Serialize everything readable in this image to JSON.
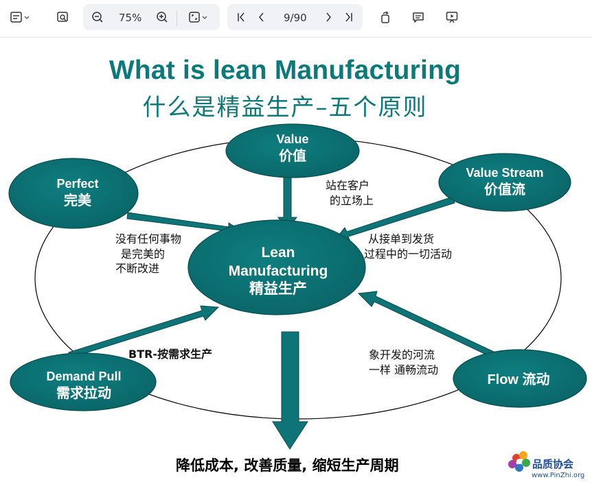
{
  "toolbar": {
    "zoom": "75%",
    "page": "9/90"
  },
  "slide": {
    "title_en": "What is lean Manufacturing",
    "title_zh": "什么是精益生产–五个原则",
    "center": {
      "line1": "Lean",
      "line2": "Manufacturing",
      "line3": "精益生产"
    },
    "nodes": {
      "value": {
        "en": "Value",
        "zh": "价值"
      },
      "value_stream": {
        "en": "Value Stream",
        "zh": "价值流"
      },
      "perfect": {
        "en": "Perfect",
        "zh": "完美"
      },
      "demand_pull": {
        "en": "Demand Pull",
        "zh": "需求拉动"
      },
      "flow": {
        "en": "Flow  流动"
      }
    },
    "notes": {
      "value": [
        "站在客户",
        "的立场上"
      ],
      "value_stream": [
        "从接单到发货",
        "过程中的一切活动"
      ],
      "perfect": [
        "没有任何事物",
        "是完美的",
        "不断改进"
      ],
      "demand_pull": "BTR-按需求生产",
      "flow": [
        "象开发的河流",
        "一样 通畅流动"
      ]
    },
    "bottom_text": "降低成本, 改善质量, 缩短生产周期",
    "logo": {
      "name": "品质协会",
      "url": "www.PinZhi.org"
    }
  },
  "colors": {
    "teal": "#0b6f6f",
    "title": "#0c7a7a"
  }
}
